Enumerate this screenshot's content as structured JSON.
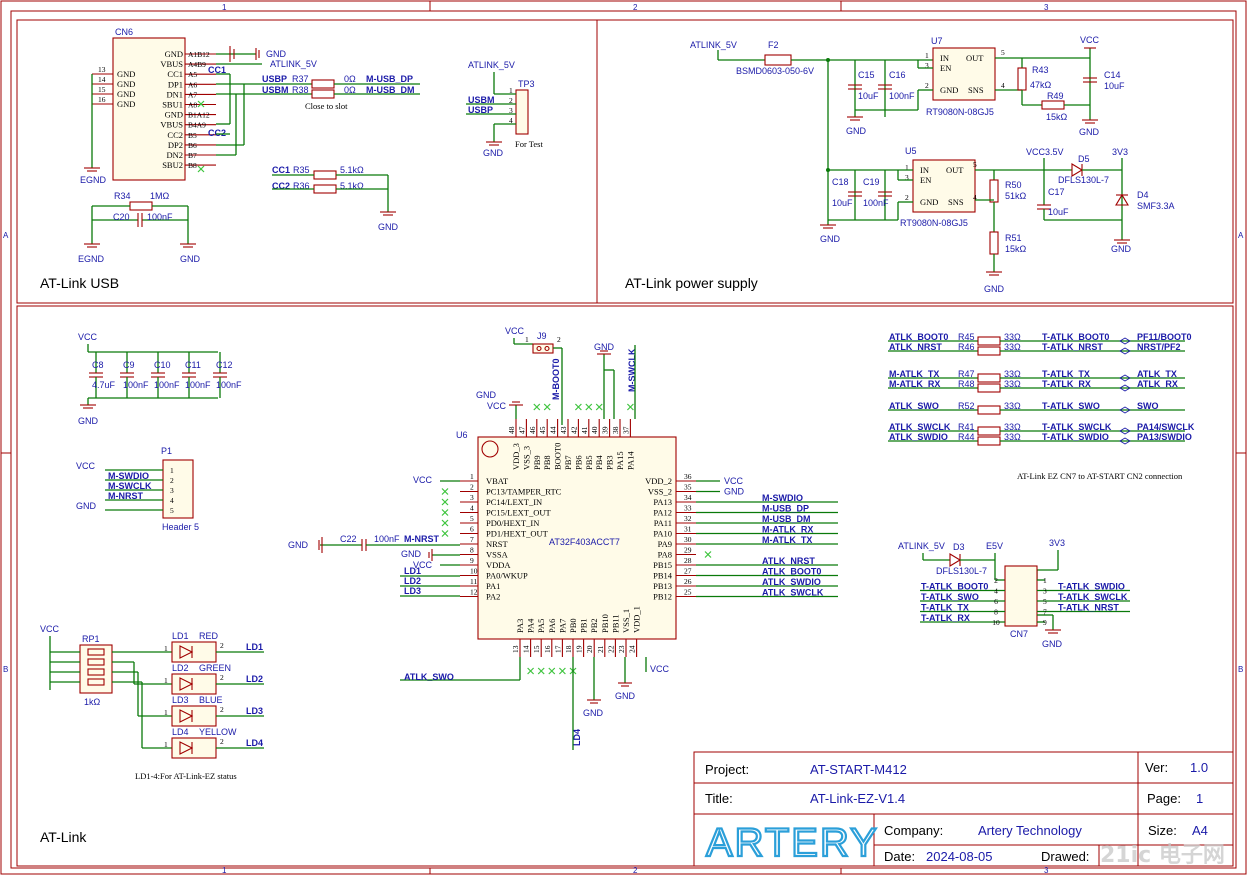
{
  "border": {
    "cols": [
      "1",
      "2",
      "3"
    ],
    "rows": [
      "A",
      "B"
    ]
  },
  "blocks": {
    "usb": "AT-Link USB",
    "power": "AT-Link power supply",
    "atlink": "AT-Link"
  },
  "usb": {
    "cn6": {
      "ref": "CN6",
      "left_pins": [
        {
          "n": "13",
          "name": "GND"
        },
        {
          "n": "14",
          "name": "GND"
        },
        {
          "n": "15",
          "name": "GND"
        },
        {
          "n": "16",
          "name": "GND"
        }
      ],
      "right_pins": [
        {
          "name": "GND",
          "n": "A1B12"
        },
        {
          "name": "VBUS",
          "n": "A4B9"
        },
        {
          "name": "CC1",
          "n": "A5"
        },
        {
          "name": "DP1",
          "n": "A6"
        },
        {
          "name": "DN1",
          "n": "A7"
        },
        {
          "name": "SBU1",
          "n": "A8"
        },
        {
          "name": "GND",
          "n": "B1A12"
        },
        {
          "name": "VBUS",
          "n": "B4A9"
        },
        {
          "name": "CC2",
          "n": "B5"
        },
        {
          "name": "DP2",
          "n": "B6"
        },
        {
          "name": "DN2",
          "n": "B7"
        },
        {
          "name": "SBU2",
          "n": "B8"
        }
      ]
    },
    "nets": {
      "gnd": "GND",
      "egnd": "EGND",
      "atlink5v": "ATLINK_5V",
      "cc1": "CC1",
      "cc2": "CC2",
      "usbp": "USBP",
      "usbm": "USBM",
      "m_usb_dp": "M-USB_DP",
      "m_usb_dm": "M-USB_DM"
    },
    "r37": {
      "ref": "R37",
      "val": "0Ω"
    },
    "r38": {
      "ref": "R38",
      "val": "0Ω"
    },
    "close_note": "Close to slot",
    "r34": {
      "ref": "R34",
      "val": "1MΩ"
    },
    "c20": {
      "ref": "C20",
      "val": "100nF"
    },
    "r35": {
      "ref": "R35",
      "val": "5.1kΩ"
    },
    "r36": {
      "ref": "R36",
      "val": "5.1kΩ"
    },
    "tp3": {
      "ref": "TP3",
      "pins": [
        "1",
        "2",
        "3",
        "4"
      ],
      "note": "For Test"
    }
  },
  "power": {
    "atlink5v": "ATLINK_5V",
    "f2": {
      "ref": "F2",
      "val": "BSMD0603-050-6V"
    },
    "u7": {
      "ref": "U7",
      "part": "RT9080N-08GJ5",
      "pins": {
        "in": "IN",
        "en": "EN",
        "gnd": "GND",
        "out": "OUT",
        "sns": "SNS"
      },
      "nums": [
        "1",
        "3",
        "2",
        "5",
        "4"
      ]
    },
    "u5": {
      "ref": "U5",
      "part": "RT9080N-08GJ5",
      "pins": {
        "in": "IN",
        "en": "EN",
        "gnd": "GND",
        "out": "OUT",
        "sns": "SNS"
      },
      "nums": [
        "1",
        "3",
        "2",
        "5",
        "4"
      ]
    },
    "c15": {
      "ref": "C15",
      "val": "10uF"
    },
    "c16": {
      "ref": "C16",
      "val": "100nF"
    },
    "c18": {
      "ref": "C18",
      "val": "10uF"
    },
    "c19": {
      "ref": "C19",
      "val": "100nF"
    },
    "r43": {
      "ref": "R43",
      "val": "47kΩ"
    },
    "r49": {
      "ref": "R49",
      "val": "15kΩ"
    },
    "c14": {
      "ref": "C14",
      "val": "10uF"
    },
    "vcc": "VCC",
    "vcc35": "VCC3.5V",
    "d5": {
      "ref": "D5",
      "part": "DFLS130L-7"
    },
    "v33": "3V3",
    "r50": {
      "ref": "R50",
      "val": "51kΩ"
    },
    "r51": {
      "ref": "R51",
      "val": "15kΩ"
    },
    "c17": {
      "ref": "C17",
      "val": "10uF"
    },
    "d4": {
      "ref": "D4",
      "part": "SMF3.3A"
    },
    "gnd": "GND"
  },
  "atlink": {
    "decap": {
      "vcc": "VCC",
      "gnd": "GND",
      "caps": [
        {
          "ref": "C8",
          "val": "4.7uF"
        },
        {
          "ref": "C9",
          "val": "100nF"
        },
        {
          "ref": "C10",
          "val": "100nF"
        },
        {
          "ref": "C11",
          "val": "100nF"
        },
        {
          "ref": "C12",
          "val": "100nF"
        }
      ]
    },
    "p1": {
      "ref": "P1",
      "part": "Header 5",
      "nets": [
        "VCC",
        "M-SWDIO",
        "M-SWCLK",
        "M-NRST",
        "GND"
      ],
      "pins": [
        "1",
        "2",
        "3",
        "4",
        "5"
      ]
    },
    "j9": {
      "ref": "J9",
      "vcc": "VCC",
      "net": "M-BOOT0",
      "pins": [
        "1",
        "2"
      ]
    },
    "swclk_top": "M-SWCLK",
    "u6": {
      "ref": "U6",
      "part": "AT32F403ACCT7",
      "left": [
        {
          "n": "1",
          "name": "VBAT"
        },
        {
          "n": "2",
          "name": "PC13/TAMPER_RTC"
        },
        {
          "n": "3",
          "name": "PC14/LEXT_IN"
        },
        {
          "n": "4",
          "name": "PC15/LEXT_OUT"
        },
        {
          "n": "5",
          "name": "PD0/HEXT_IN"
        },
        {
          "n": "6",
          "name": "PD1/HEXT_OUT"
        },
        {
          "n": "7",
          "name": "NRST"
        },
        {
          "n": "8",
          "name": "VSSA"
        },
        {
          "n": "9",
          "name": "VDDA"
        },
        {
          "n": "10",
          "name": "PA0/WKUP"
        },
        {
          "n": "11",
          "name": "PA1"
        },
        {
          "n": "12",
          "name": "PA2"
        }
      ],
      "right": [
        {
          "n": "36",
          "name": "VDD_2"
        },
        {
          "n": "35",
          "name": "VSS_2"
        },
        {
          "n": "34",
          "name": "PA13"
        },
        {
          "n": "33",
          "name": "PA12"
        },
        {
          "n": "32",
          "name": "PA11"
        },
        {
          "n": "31",
          "name": "PA10"
        },
        {
          "n": "30",
          "name": "PA9"
        },
        {
          "n": "29",
          "name": "PA8"
        },
        {
          "n": "28",
          "name": "PB15"
        },
        {
          "n": "27",
          "name": "PB14"
        },
        {
          "n": "26",
          "name": "PB13"
        },
        {
          "n": "25",
          "name": "PB12"
        }
      ],
      "top": [
        {
          "n": "48",
          "name": "VDD_3"
        },
        {
          "n": "47",
          "name": "VSS_3"
        },
        {
          "n": "46",
          "name": "PB9"
        },
        {
          "n": "45",
          "name": "PB8"
        },
        {
          "n": "44",
          "name": "BOOT0"
        },
        {
          "n": "43",
          "name": "PB7"
        },
        {
          "n": "42",
          "name": "PB6"
        },
        {
          "n": "41",
          "name": "PB5"
        },
        {
          "n": "40",
          "name": "PB4"
        },
        {
          "n": "39",
          "name": "PB3"
        },
        {
          "n": "38",
          "name": "PA15"
        },
        {
          "n": "37",
          "name": "PA14"
        }
      ],
      "bottom": [
        {
          "n": "13",
          "name": "PA3"
        },
        {
          "n": "14",
          "name": "PA4"
        },
        {
          "n": "15",
          "name": "PA5"
        },
        {
          "n": "16",
          "name": "PA6"
        },
        {
          "n": "17",
          "name": "PA7"
        },
        {
          "n": "18",
          "name": "PB0"
        },
        {
          "n": "19",
          "name": "PB1"
        },
        {
          "n": "20",
          "name": "PB2"
        },
        {
          "n": "21",
          "name": "PB10"
        },
        {
          "n": "22",
          "name": "PB11"
        },
        {
          "n": "23",
          "name": "VSS_1"
        },
        {
          "n": "24",
          "name": "VDD_1"
        }
      ],
      "left_nets": {
        "vcc": "VCC",
        "gnd": "GND",
        "c22": "C22",
        "c22val": "100nF",
        "nrst": "M-NRST",
        "gnd2": "GND",
        "vcc2": "VCC",
        "ld1": "LD1",
        "ld2": "LD2",
        "ld3": "LD3"
      },
      "right_nets": [
        "VCC",
        "GND",
        "M-SWDIO",
        "M-USB_DP",
        "M-USB_DM",
        "M-ATLK_RX",
        "M-ATLK_TX",
        "",
        "ATLK_NRST",
        "ATLK_BOOT0",
        "ATLK_SWDIO",
        "ATLK_SWCLK"
      ],
      "top_nets": {
        "gnd": "GND",
        "vcc": "VCC"
      },
      "bottom_nets": {
        "swo": "ATLK_SWO",
        "gnd": "GND",
        "gnd2": "GND",
        "vcc": "VCC",
        "ld4": "LD4"
      }
    },
    "leds": {
      "vcc": "VCC",
      "rp1": {
        "ref": "RP1",
        "val": "1kΩ"
      },
      "items": [
        {
          "ref": "LD1",
          "color": "RED",
          "net": "LD1"
        },
        {
          "ref": "LD2",
          "color": "GREEN",
          "net": "LD2"
        },
        {
          "ref": "LD3",
          "color": "BLUE",
          "net": "LD3"
        },
        {
          "ref": "LD4",
          "color": "YELLOW",
          "net": "LD4"
        }
      ],
      "pins": [
        "1",
        "2"
      ],
      "note": "LD1-4:For AT-Link-EZ status"
    },
    "conn_res": {
      "rows": [
        {
          "l": "ATLK_BOOT0",
          "ref": "R45",
          "val": "33Ω",
          "t": "T-ATLK_BOOT0",
          "r": "PF11/BOOT0"
        },
        {
          "l": "ATLK_NRST",
          "ref": "R46",
          "val": "33Ω",
          "t": "T-ATLK_NRST",
          "r": "NRST/PF2"
        },
        {
          "l": "M-ATLK_TX",
          "ref": "R47",
          "val": "33Ω",
          "t": "T-ATLK_TX",
          "r": "ATLK_TX"
        },
        {
          "l": "M-ATLK_RX",
          "ref": "R48",
          "val": "33Ω",
          "t": "T-ATLK_RX",
          "r": "ATLK_RX"
        },
        {
          "l": "ATLK_SWO",
          "ref": "R52",
          "val": "33Ω",
          "t": "T-ATLK_SWO",
          "r": "SWO"
        },
        {
          "l": "ATLK_SWCLK",
          "ref": "R41",
          "val": "33Ω",
          "t": "T-ATLK_SWCLK",
          "r": "PA14/SWCLK"
        },
        {
          "l": "ATLK_SWDIO",
          "ref": "R44",
          "val": "33Ω",
          "t": "T-ATLK_SWDIO",
          "r": "PA13/SWDIO"
        }
      ],
      "note": "AT-Link EZ CN7 to AT-START CN2 connection"
    },
    "cn7": {
      "ref": "CN7",
      "atlink5v": "ATLINK_5V",
      "d3": "D3",
      "d3part": "DFLS130L-7",
      "e5v": "E5V",
      "v33": "3V3",
      "gnd": "GND",
      "left": [
        {
          "n": "2",
          "net": ""
        },
        {
          "n": "4",
          "net": "T-ATLK_BOOT0"
        },
        {
          "n": "6",
          "net": "T-ATLK_SWO"
        },
        {
          "n": "8",
          "net": "T-ATLK_TX"
        },
        {
          "n": "10",
          "net": "T-ATLK_RX"
        }
      ],
      "right": [
        {
          "n": "1",
          "net": ""
        },
        {
          "n": "3",
          "net": "T-ATLK_SWDIO"
        },
        {
          "n": "5",
          "net": "T-ATLK_SWCLK"
        },
        {
          "n": "7",
          "net": "T-ATLK_NRST"
        },
        {
          "n": "9",
          "net": ""
        }
      ]
    }
  },
  "title_block": {
    "project_label": "Project:",
    "project": "AT-START-M412",
    "title_label": "Title:",
    "title": "AT-Link-EZ-V1.4",
    "company_label": "Company:",
    "company": "Artery Technology",
    "date_label": "Date:",
    "date": "2024-08-05",
    "drawed_label": "Drawed:",
    "ver_label": "Ver:",
    "ver": "1.0",
    "page_label": "Page:",
    "page": "1",
    "size_label": "Size:",
    "size": "A4",
    "logo": "ARTERY",
    "watermark": "21ic 电子网"
  }
}
